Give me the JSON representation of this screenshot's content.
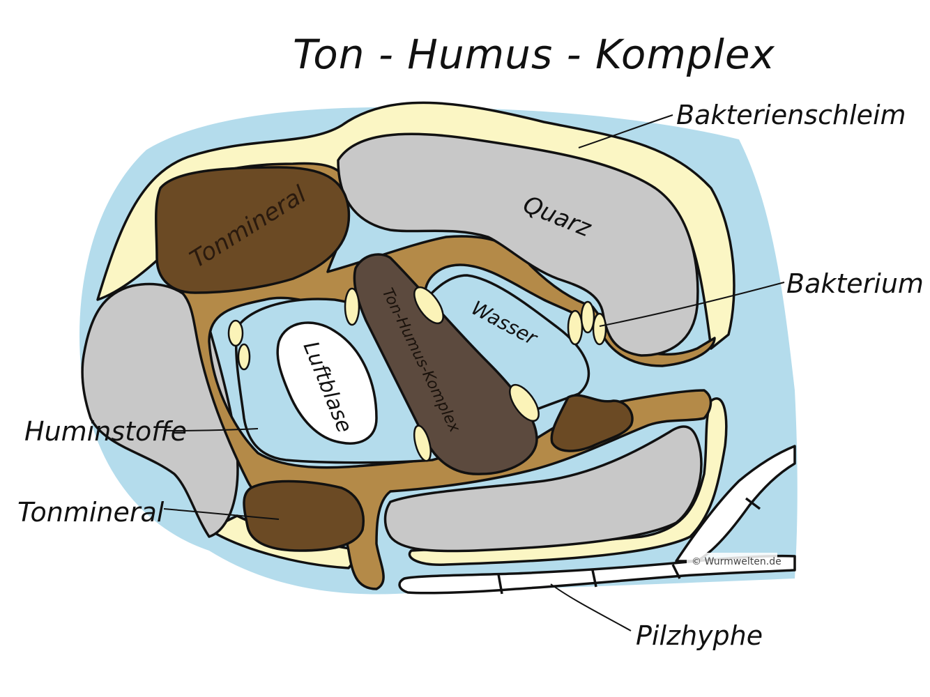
{
  "title": "Ton - Humus - Komplex",
  "labels": {
    "bakterienschleim": "Bakterienschleim",
    "bakterium": "Bakterium",
    "huminstoffe": "Huminstoffe",
    "tonmineral_left": "Tonmineral",
    "pilzhyphe": "Pilzhyphe"
  },
  "inner_labels": {
    "tonmineral": "Tonmineral",
    "quarz": "Quarz",
    "wasser": "Wasser",
    "luftblase": "Luftblase",
    "komplex": "Ton-Humus-Komplex"
  },
  "credit": "© Wurmwelten.de",
  "colors": {
    "water": "#b4dcec",
    "slime": "#fbf6c4",
    "quartz": "#c8c8c8",
    "humus": "#b48a48",
    "clay": "#6b4a24",
    "complex": "#5c4a3e",
    "bacteria": "#fbf3b8"
  }
}
